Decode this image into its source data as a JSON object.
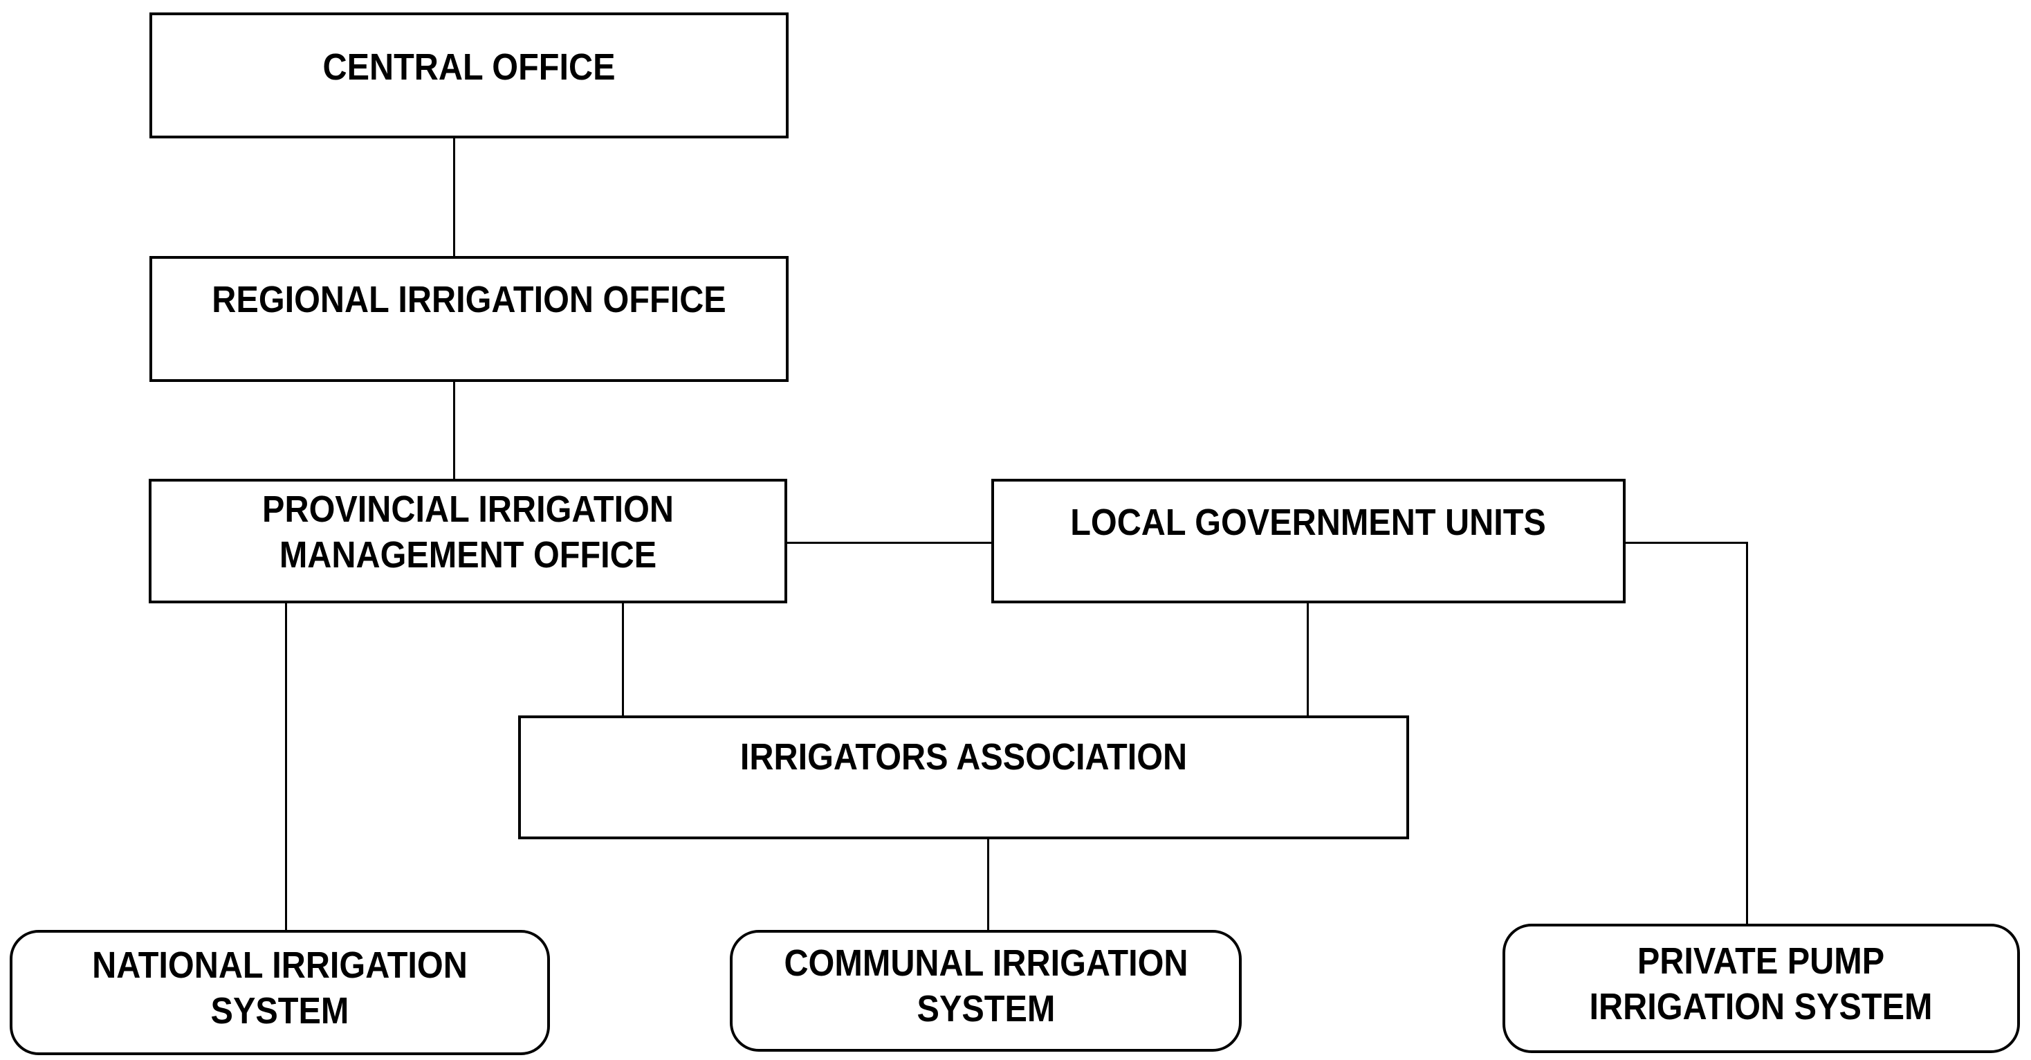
{
  "diagram": {
    "type": "organizational-flowchart",
    "background_color": "#ffffff",
    "line_color": "#000000",
    "text_color": "#000000",
    "nodes": [
      {
        "id": "central-office",
        "label": "CENTRAL OFFICE",
        "shape": "rectangle"
      },
      {
        "id": "regional-irrigation-office",
        "label": "REGIONAL IRRIGATION OFFICE",
        "shape": "rectangle"
      },
      {
        "id": "provincial-irrigation-management-office",
        "label": "PROVINCIAL IRRIGATION\nMANAGEMENT OFFICE",
        "shape": "rectangle"
      },
      {
        "id": "local-government-units",
        "label": "LOCAL GOVERNMENT UNITS",
        "shape": "rectangle"
      },
      {
        "id": "irrigators-association",
        "label": "IRRIGATORS ASSOCIATION",
        "shape": "rectangle"
      },
      {
        "id": "national-irrigation-system",
        "label": "NATIONAL IRRIGATION\nSYSTEM",
        "shape": "rounded-rectangle"
      },
      {
        "id": "communal-irrigation-system",
        "label": "COMMUNAL IRRIGATION\nSYSTEM",
        "shape": "rounded-rectangle"
      },
      {
        "id": "private-pump-irrigation-system",
        "label": "PRIVATE PUMP\nIRRIGATION SYSTEM",
        "shape": "rounded-rectangle"
      }
    ],
    "edges": [
      {
        "from": "central-office",
        "to": "regional-irrigation-office",
        "style": "vertical-line"
      },
      {
        "from": "regional-irrigation-office",
        "to": "provincial-irrigation-management-office",
        "style": "vertical-line"
      },
      {
        "from": "provincial-irrigation-management-office",
        "to": "local-government-units",
        "style": "horizontal-line"
      },
      {
        "from": "provincial-irrigation-management-office",
        "to": "national-irrigation-system",
        "style": "vertical-line"
      },
      {
        "from": "provincial-irrigation-management-office",
        "to": "irrigators-association",
        "style": "vertical-line"
      },
      {
        "from": "local-government-units",
        "to": "irrigators-association",
        "style": "vertical-line"
      },
      {
        "from": "local-government-units",
        "to": "private-pump-irrigation-system",
        "style": "elbow-line"
      },
      {
        "from": "irrigators-association",
        "to": "communal-irrigation-system",
        "style": "vertical-line"
      }
    ]
  }
}
